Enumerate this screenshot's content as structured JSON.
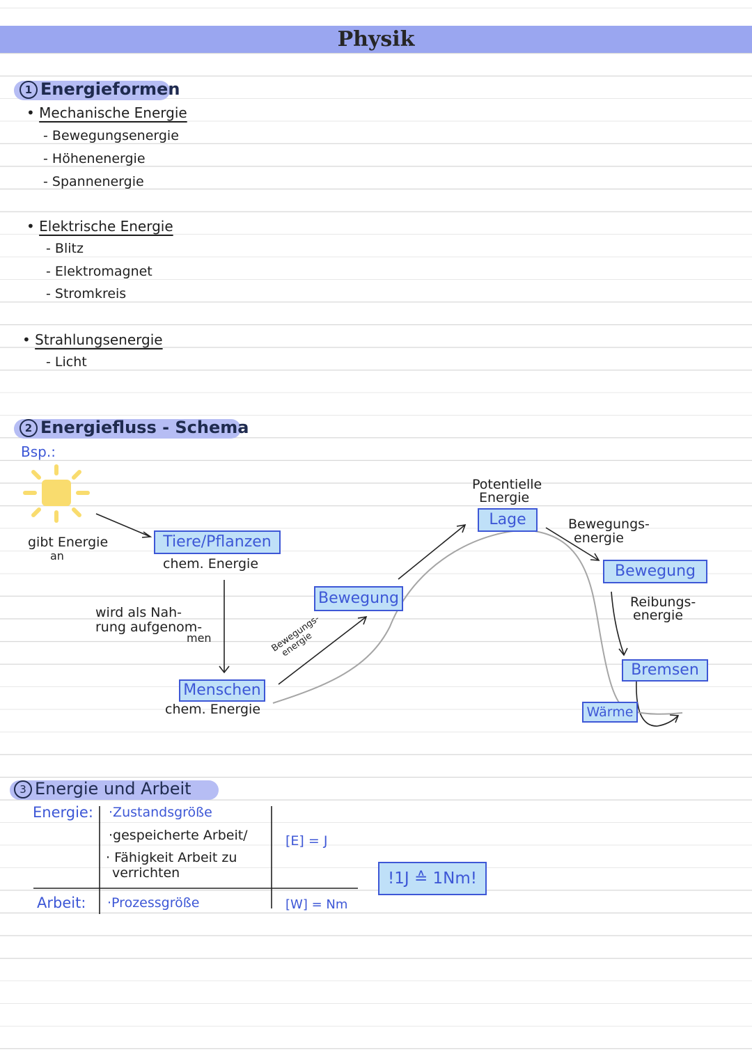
{
  "header": {
    "title": "Physik"
  },
  "section1": {
    "number": "1",
    "title": "Energieformen",
    "groups": [
      {
        "heading": "Mechanische Energie",
        "items": [
          "Bewegungsenergie",
          "Höhenenergie",
          "Spannenergie"
        ]
      },
      {
        "heading": "Elektrische Energie",
        "items": [
          "Blitz",
          "Elektromagnet",
          "Stromkreis"
        ]
      },
      {
        "heading": "Strahlungsenergie",
        "items": [
          "Licht"
        ]
      }
    ]
  },
  "section2": {
    "number": "2",
    "title": "Energiefluss - Schema",
    "example_label": "Bsp.:",
    "sun_note_line1": "gibt Energie",
    "sun_note_line2": "an",
    "box_tiere": "Tiere/Pflanzen",
    "tiere_energy": "chem. Energie",
    "nahrung_line1": "wird als Nah-",
    "nahrung_line2": "rung aufgenom-",
    "nahrung_line3": "men",
    "box_menschen": "Menschen",
    "menschen_energy": "chem. Energie",
    "arrow_label_1_line1": "Bewegungs-",
    "arrow_label_1_line2": "energie",
    "box_bewegung_1": "Bewegung",
    "potentielle_line1": "Potentielle",
    "potentielle_line2": "Energie",
    "box_lage": "Lage",
    "arrow_label_2_line1": "Bewegungs-",
    "arrow_label_2_line2": "energie",
    "box_bewegung_2": "Bewegung",
    "reibung_line1": "Reibungs-",
    "reibung_line2": "energie",
    "box_bremsen": "Bremsen",
    "box_waerme": "Wärme",
    "colors": {
      "sun": "#f9dc6e",
      "box_fill": "#bfe0f8",
      "box_border": "#3d57d6",
      "pill": "#b6bdf4"
    }
  },
  "section3": {
    "number": "3",
    "title": "Energie und Arbeit",
    "energie_label": "Energie:",
    "energie_points": [
      "Zustandsgröße",
      "gespeicherte Arbeit/",
      "Fähigkeit Arbeit zu",
      "verrichten"
    ],
    "energie_unit": "[E] = J",
    "arbeit_label": "Arbeit:",
    "arbeit_points": [
      "Prozessgröße"
    ],
    "arbeit_unit": "[W] = Nm",
    "highlight": "!1J ≙ 1Nm!"
  }
}
